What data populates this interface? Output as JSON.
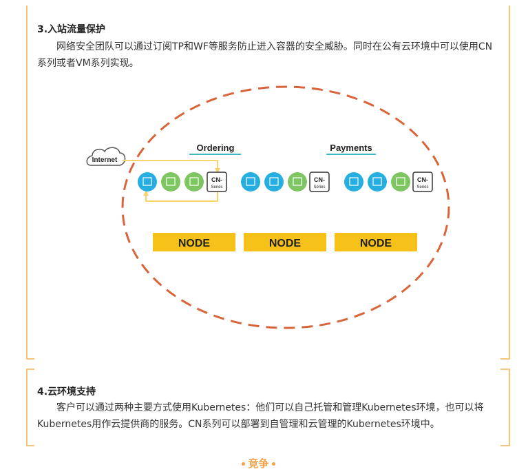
{
  "section1": {
    "heading": "3.入站流量保护",
    "paragraph": "网络安全团队可以通过订阅TP和WF等服务防止进入容器的安全威胁。同时在公有云环境中可以使用CN系列或者VM系列实现。"
  },
  "diagram": {
    "internet_label": "Internet",
    "app_labels": [
      "Ordering",
      "Payments"
    ],
    "cn_label_top": "CN-",
    "cn_label_bottom": "Series",
    "node_label": "NODE",
    "colors": {
      "dashed_ellipse": "#d9643a",
      "node_fill": "#f6c21a",
      "pod_blue": "#27aee0",
      "pod_green": "#7dc661",
      "traffic_line": "#f6d46a",
      "label_underline": "#3fb8c8"
    }
  },
  "section2": {
    "heading": "4.云环境支持",
    "paragraph": "客户可以通过两种主要方式使用Kubernetes：他们可以自己托管和管理Kubernetes环境，也可以将Kubernetes用作云提供商的服务。CN系列可以部署到自管理和云管理的Kubernetes环境中。"
  },
  "footer": {
    "label": "竞争"
  }
}
